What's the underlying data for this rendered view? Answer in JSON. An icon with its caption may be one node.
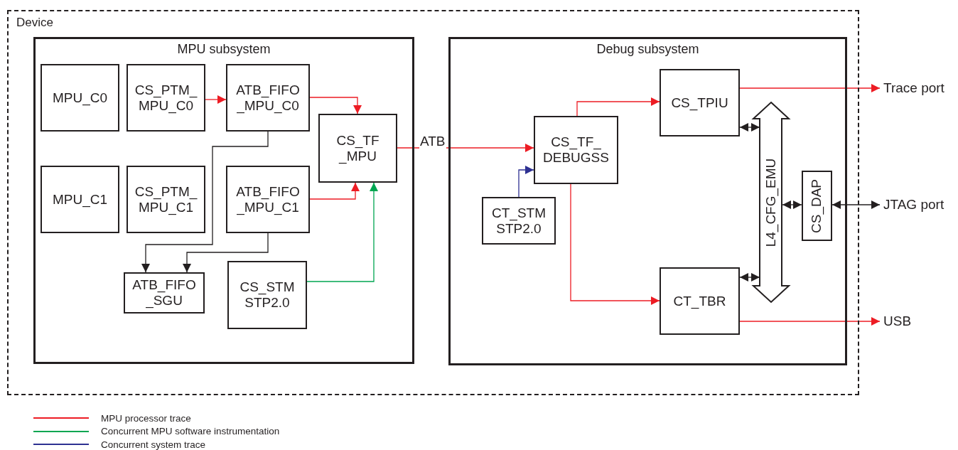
{
  "diagram": {
    "nodes": [
      {
        "text": [
          "Device"
        ]
      },
      {
        "text": [
          "MPU subsystem"
        ],
        "in": 0
      },
      {
        "text": [
          "MPU_C0"
        ],
        "in": 1
      },
      {
        "text": [
          "CS_PTM_ MPU_C0"
        ],
        "in": 1
      },
      {
        "text": [
          "ATB_FIFO _MPU_C0"
        ],
        "in": 1
      },
      {
        "text": [
          "CS_TF _MPU"
        ],
        "in": 1
      },
      {
        "text": [
          "MPU_C1"
        ],
        "in": 1
      },
      {
        "text": [
          "CS_PTM_ MPU_C1"
        ],
        "in": 1
      },
      {
        "text": [
          "ATB_FIFO _MPU_C1"
        ],
        "in": 1
      },
      {
        "text": [
          "ATB_FIFO _SGU"
        ],
        "in": 1
      },
      {
        "text": [
          "CS_STM STP2.0"
        ],
        "in": 1
      },
      {
        "text": [
          "Debug subsystem"
        ],
        "in": 0
      },
      {
        "text": [
          "CS_TF_ DEBUGSS"
        ],
        "in": 11
      },
      {
        "text": [
          "CT_STM STP2.0"
        ],
        "in": 11
      },
      {
        "text": [
          "CS_TPIU"
        ],
        "in": 11
      },
      {
        "text": [
          "CT_TBR"
        ],
        "in": 11
      },
      {
        "text": [
          "L4_CFG_EMU"
        ],
        "in": 11
      },
      {
        "text": [
          "CS_DAP"
        ],
        "in": 11
      },
      {
        "text": [
          "Trace port"
        ]
      },
      {
        "text": [
          "JTAG port"
        ]
      },
      {
        "text": [
          "USB"
        ]
      }
    ],
    "edges": [
      {
        "from": 3,
        "to": 4,
        "arrow": "to"
      },
      {
        "from": 4,
        "to": 5,
        "arrow": "to"
      },
      {
        "from": 8,
        "to": 5,
        "arrow": "to"
      },
      {
        "from": 10,
        "to": 5,
        "arrow": "to",
        "color": "#00a651"
      },
      {
        "from": 4,
        "to": 9,
        "arrow": "to",
        "color": "#231f20"
      },
      {
        "from": 8,
        "to": 9,
        "arrow": "to",
        "color": "#231f20"
      },
      {
        "from": 5,
        "to": 12,
        "arrow": "to",
        "label": "ATB"
      },
      {
        "from": 13,
        "to": 12,
        "arrow": "to",
        "color": "#2e3192"
      },
      {
        "from": 12,
        "to": 14,
        "arrow": "to"
      },
      {
        "from": 12,
        "to": 15,
        "arrow": "to"
      },
      {
        "from": 14,
        "to": 18,
        "arrow": "to"
      },
      {
        "from": 15,
        "to": 20,
        "arrow": "to"
      },
      {
        "from": 14,
        "to": 16,
        "arrow": "both",
        "color": "#231f20"
      },
      {
        "from": 15,
        "to": 16,
        "arrow": "both",
        "color": "#231f20"
      },
      {
        "from": 16,
        "to": 17,
        "arrow": "both",
        "color": "#231f20"
      },
      {
        "from": 17,
        "to": 19,
        "arrow": "both",
        "color": "#231f20"
      }
    ],
    "legend": [
      {
        "text": "MPU processor trace",
        "color": "#ed1c24"
      },
      {
        "text": "Concurrent MPU software instrumentation",
        "color": "#00a651"
      },
      {
        "text": "Concurrent system trace",
        "color": "#2e3192"
      }
    ]
  }
}
